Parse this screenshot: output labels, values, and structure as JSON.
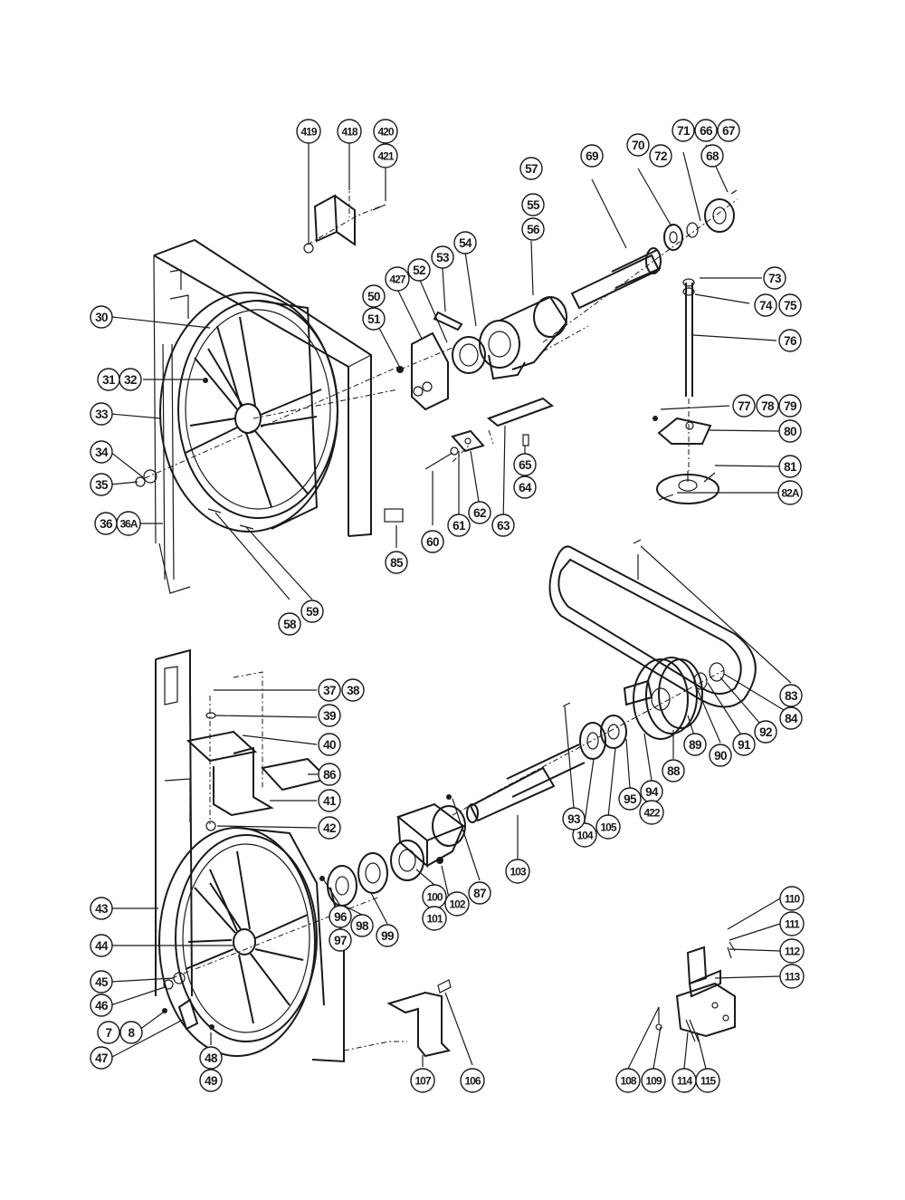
{
  "callouts": [
    {
      "id": "c-419",
      "text": "419"
    },
    {
      "id": "c-418",
      "text": "418"
    },
    {
      "id": "c-420",
      "text": "420"
    },
    {
      "id": "c-421",
      "text": "421"
    },
    {
      "id": "c-71",
      "text": "71"
    },
    {
      "id": "c-66",
      "text": "66"
    },
    {
      "id": "c-67",
      "text": "67"
    },
    {
      "id": "c-70",
      "text": "70"
    },
    {
      "id": "c-72",
      "text": "72"
    },
    {
      "id": "c-68",
      "text": "68"
    },
    {
      "id": "c-69",
      "text": "69"
    },
    {
      "id": "c-57",
      "text": "57"
    },
    {
      "id": "c-55",
      "text": "55"
    },
    {
      "id": "c-56",
      "text": "56"
    },
    {
      "id": "c-54",
      "text": "54"
    },
    {
      "id": "c-53",
      "text": "53"
    },
    {
      "id": "c-52",
      "text": "52"
    },
    {
      "id": "c-427",
      "text": "427"
    },
    {
      "id": "c-50",
      "text": "50"
    },
    {
      "id": "c-51",
      "text": "51"
    },
    {
      "id": "c-73",
      "text": "73"
    },
    {
      "id": "c-74",
      "text": "74"
    },
    {
      "id": "c-75",
      "text": "75"
    },
    {
      "id": "c-76",
      "text": "76"
    },
    {
      "id": "c-30",
      "text": "30"
    },
    {
      "id": "c-31",
      "text": "31"
    },
    {
      "id": "c-32",
      "text": "32"
    },
    {
      "id": "c-33",
      "text": "33"
    },
    {
      "id": "c-34",
      "text": "34"
    },
    {
      "id": "c-35",
      "text": "35"
    },
    {
      "id": "c-36",
      "text": "36"
    },
    {
      "id": "c-36A",
      "text": "36A"
    },
    {
      "id": "c-77",
      "text": "77"
    },
    {
      "id": "c-78",
      "text": "78"
    },
    {
      "id": "c-79",
      "text": "79"
    },
    {
      "id": "c-80",
      "text": "80"
    },
    {
      "id": "c-81",
      "text": "81"
    },
    {
      "id": "c-82A",
      "text": "82A"
    },
    {
      "id": "c-65",
      "text": "65"
    },
    {
      "id": "c-64",
      "text": "64"
    },
    {
      "id": "c-60",
      "text": "60"
    },
    {
      "id": "c-61",
      "text": "61"
    },
    {
      "id": "c-62",
      "text": "62"
    },
    {
      "id": "c-63",
      "text": "63"
    },
    {
      "id": "c-85",
      "text": "85"
    },
    {
      "id": "c-58",
      "text": "58"
    },
    {
      "id": "c-59",
      "text": "59"
    },
    {
      "id": "c-37",
      "text": "37"
    },
    {
      "id": "c-38",
      "text": "38"
    },
    {
      "id": "c-39",
      "text": "39"
    },
    {
      "id": "c-40",
      "text": "40"
    },
    {
      "id": "c-86",
      "text": "86"
    },
    {
      "id": "c-41",
      "text": "41"
    },
    {
      "id": "c-42",
      "text": "42"
    },
    {
      "id": "c-83",
      "text": "83"
    },
    {
      "id": "c-84",
      "text": "84"
    },
    {
      "id": "c-91",
      "text": "91"
    },
    {
      "id": "c-92",
      "text": "92"
    },
    {
      "id": "c-90",
      "text": "90"
    },
    {
      "id": "c-89",
      "text": "89"
    },
    {
      "id": "c-88",
      "text": "88"
    },
    {
      "id": "c-94",
      "text": "94"
    },
    {
      "id": "c-95",
      "text": "95"
    },
    {
      "id": "c-422",
      "text": "422"
    },
    {
      "id": "c-104",
      "text": "104"
    },
    {
      "id": "c-105",
      "text": "105"
    },
    {
      "id": "c-93",
      "text": "93"
    },
    {
      "id": "c-103",
      "text": "103"
    },
    {
      "id": "c-87",
      "text": "87"
    },
    {
      "id": "c-100",
      "text": "100"
    },
    {
      "id": "c-101",
      "text": "101"
    },
    {
      "id": "c-102",
      "text": "102"
    },
    {
      "id": "c-96",
      "text": "96"
    },
    {
      "id": "c-97",
      "text": "97"
    },
    {
      "id": "c-98",
      "text": "98"
    },
    {
      "id": "c-99",
      "text": "99"
    },
    {
      "id": "c-43",
      "text": "43"
    },
    {
      "id": "c-44",
      "text": "44"
    },
    {
      "id": "c-45",
      "text": "45"
    },
    {
      "id": "c-46",
      "text": "46"
    },
    {
      "id": "c-7",
      "text": "7"
    },
    {
      "id": "c-8",
      "text": "8"
    },
    {
      "id": "c-47",
      "text": "47"
    },
    {
      "id": "c-48",
      "text": "48"
    },
    {
      "id": "c-49",
      "text": "49"
    },
    {
      "id": "c-107",
      "text": "107"
    },
    {
      "id": "c-106",
      "text": "106"
    },
    {
      "id": "c-110",
      "text": "110"
    },
    {
      "id": "c-111",
      "text": "111"
    },
    {
      "id": "c-112",
      "text": "112"
    },
    {
      "id": "c-113",
      "text": "113"
    },
    {
      "id": "c-108",
      "text": "108"
    },
    {
      "id": "c-109",
      "text": "109"
    },
    {
      "id": "c-114",
      "text": "114"
    },
    {
      "id": "c-115",
      "text": "115"
    }
  ]
}
